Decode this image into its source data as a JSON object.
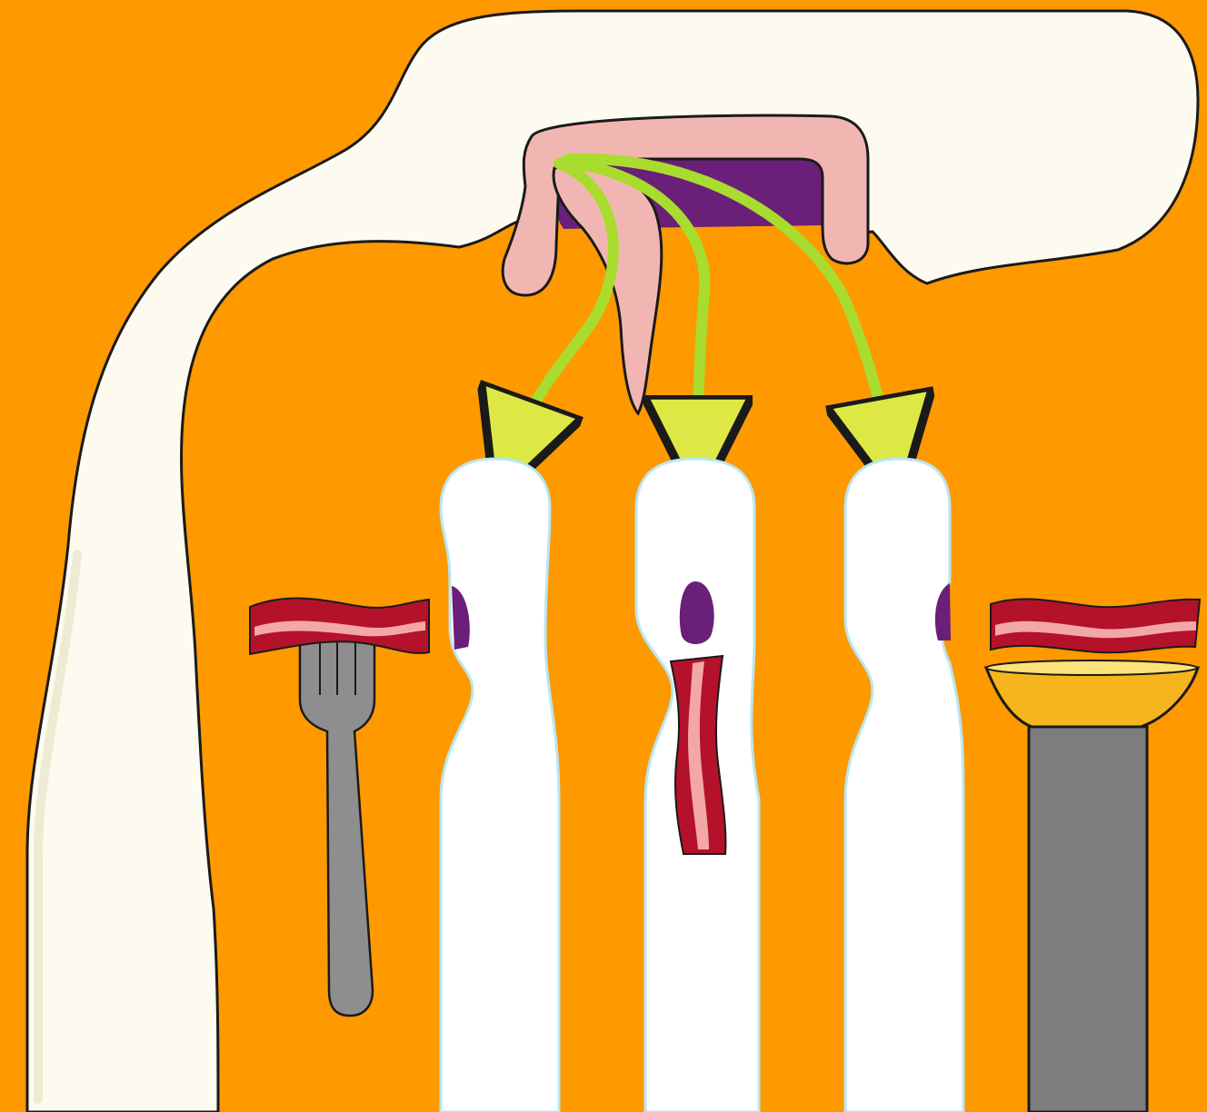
{
  "illustration": {
    "colors": {
      "background": "#FF9900",
      "body_fill": "#FDFBEF",
      "body_shade": "#E7E3C9",
      "outline": "#1A1A1A",
      "mouth_pink": "#F2B6B2",
      "mouth_interior": "#6A1F78",
      "arrow_green": "#A8DC2E",
      "arrow_head": "#DDE845",
      "cell_fill": "#FFFFFF",
      "cell_glow": "#B9E6F2",
      "cleft_purple": "#6A1F78",
      "bacon_dark": "#B3122A",
      "bacon_light": "#F4A7A7",
      "fork_gray": "#8E8E8E",
      "pedestal_gray": "#7D7D7D",
      "bowl_yellow": "#F6B51C"
    },
    "objects": [
      {
        "name": "large-white-body"
      },
      {
        "name": "pink-mouth"
      },
      {
        "name": "green-arrows",
        "count": 3
      },
      {
        "name": "taste-cells",
        "count": 3
      },
      {
        "name": "bacon-on-fork"
      },
      {
        "name": "bacon-in-cell"
      },
      {
        "name": "bacon-on-pedestal"
      },
      {
        "name": "fork-icon"
      },
      {
        "name": "pedestal-icon"
      }
    ]
  }
}
